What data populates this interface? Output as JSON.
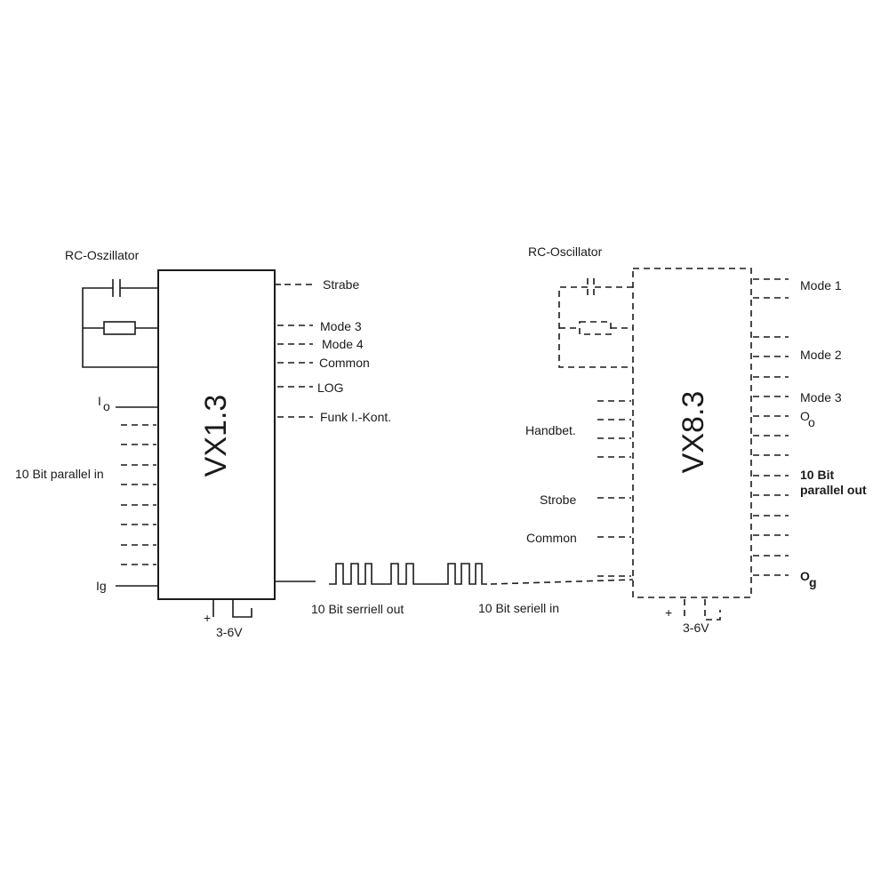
{
  "left_chip": {
    "name": "VX1.3",
    "oscillator_label": "RC-Oszillator",
    "outputs": [
      "Strabe",
      "Mode 3",
      "Mode 4",
      "Common",
      "LOG",
      "Funk I.-Kont."
    ],
    "input_label": "10 Bit parallel in",
    "io_top": "I",
    "io_top_sub": "o",
    "io_bottom": "Ig",
    "power_plus": "+",
    "power_label": "3-6V",
    "serial_label": "10 Bit serriell out"
  },
  "right_chip": {
    "name": "VX8.3",
    "oscillator_label": "RC-Oscillator",
    "left_labels": [
      "Handbet.",
      "Strobe",
      "Common"
    ],
    "outputs": [
      "Mode 1",
      "Mode 2",
      "Mode 3"
    ],
    "o_top": "O",
    "o_top_sub": "o",
    "parallel_out_1": "10 Bit",
    "parallel_out_2": "parallel out",
    "o_bottom": "O",
    "o_bottom_sub": "g",
    "power_plus": "+",
    "power_label": "3-6V",
    "serial_label": "10 Bit seriell in"
  }
}
